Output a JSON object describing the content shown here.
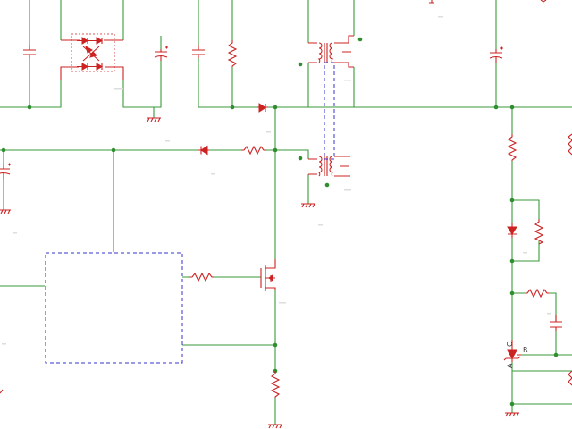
{
  "zener_pins": {
    "anode": "A",
    "cathode": "C",
    "reference": "R"
  }
}
